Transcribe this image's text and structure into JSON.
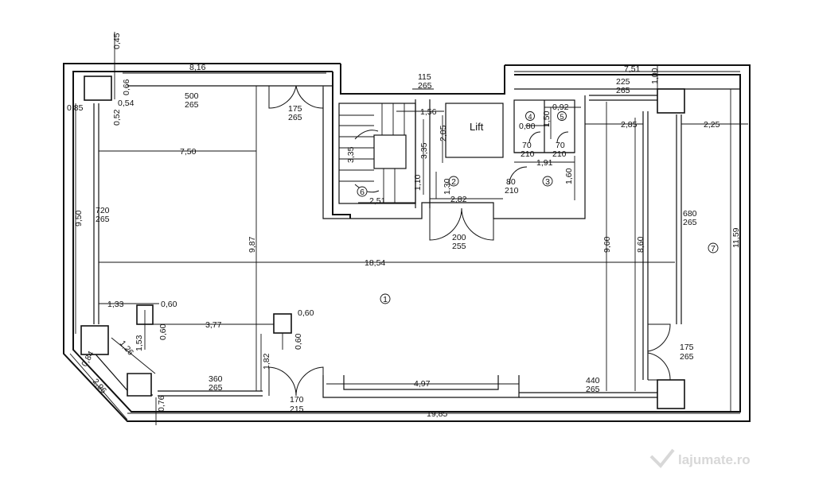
{
  "plan": {
    "labels": {
      "top_045": "0,45",
      "top_816": "8,16",
      "top_066": "0,66",
      "left_085": "0,85",
      "left_054": "0,54",
      "left_052": "0,52",
      "room_500": "500",
      "room_500_h": "265",
      "door_175_a": "175",
      "door_175_a_h": "265",
      "width_750": "7,50",
      "left_950": "9,50",
      "left_720": "720",
      "left_720_h": "265",
      "mid_987": "9,87",
      "wide_1854": "18,54",
      "col_133": "1,33",
      "col_060a": "0,60",
      "col_060b": "0,60",
      "col_377": "3,77",
      "col_060c": "0,60",
      "col_060d": "0,60",
      "col_153": "1,53",
      "col_126": "1,26",
      "corner_084": "0,84",
      "corner_296": "2,96",
      "bottom_076": "0,76",
      "bottom_360": "360",
      "bottom_360_h": "265",
      "bottom_182": "1,82",
      "door_170": "170",
      "door_170_h": "215",
      "bottom_497": "4,97",
      "bottom_440": "440",
      "bottom_440_h": "265",
      "bottom_1985": "19,85",
      "stair_115": "115",
      "stair_115_h": "265",
      "stair_156": "1,56",
      "stair_335a": "3,35",
      "stair_335b": "3,35",
      "stair_205": "2,05",
      "stair_130": "1,30",
      "stair_110": "1,10",
      "stair_251": "2,51",
      "stair_282": "2,82",
      "lift": "Lift",
      "door_200": "200",
      "door_200_h": "255",
      "wc_092": "0,92",
      "wc_080": "0,80",
      "wc_150": "1,50",
      "wc_70a": "70",
      "wc_70a_h": "210",
      "wc_70b": "70",
      "wc_70b_h": "210",
      "wc_191": "1,91",
      "door_80": "80",
      "door_80_h": "210",
      "wc_160": "1,60",
      "right_751": "7,51",
      "right_100": "1,00",
      "right_225": "225",
      "right_225_h": "265",
      "right_285": "2,85",
      "right_225b": "2,25",
      "right_960": "9,60",
      "right_860": "8,60",
      "right_680": "680",
      "right_680_h": "265",
      "right_1159": "11,59",
      "door_175_b": "175",
      "door_175_b_h": "265",
      "room_1": "1",
      "room_2": "2",
      "room_3": "3",
      "room_4": "4",
      "room_5": "5",
      "room_6": "6",
      "room_7": "7"
    },
    "watermark": "lajumate.ro"
  }
}
